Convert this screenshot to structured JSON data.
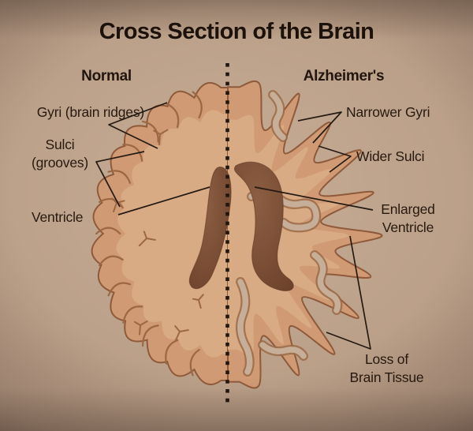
{
  "title": "Cross Section of the Brain",
  "columns": {
    "left": "Normal",
    "right": "Alzheimer's"
  },
  "annotations": {
    "gyri": "Gyri (brain ridges)",
    "sulci_line1": "Sulci",
    "sulci_line2": "(grooves)",
    "ventricle": "Ventricle",
    "narrower_gyri": "Narrower Gyri",
    "wider_sulci": "Wider Sulci",
    "enlarged_line1": "Enlarged",
    "enlarged_line2": "Ventricle",
    "loss_line1": "Loss of",
    "loss_line2": "Brain Tissue"
  },
  "colors": {
    "background": "#b89d89",
    "cortex": "#cf9a74",
    "tissue_light": "#d9ab85",
    "outline": "#8f5a3a",
    "crease": "#9c6743",
    "channel_core": "#c7ae99",
    "channel_rim": "#9a6a46",
    "ventricle": "#6e432c",
    "ventricle_light": "#8c5f43",
    "ink": "#241a12"
  }
}
